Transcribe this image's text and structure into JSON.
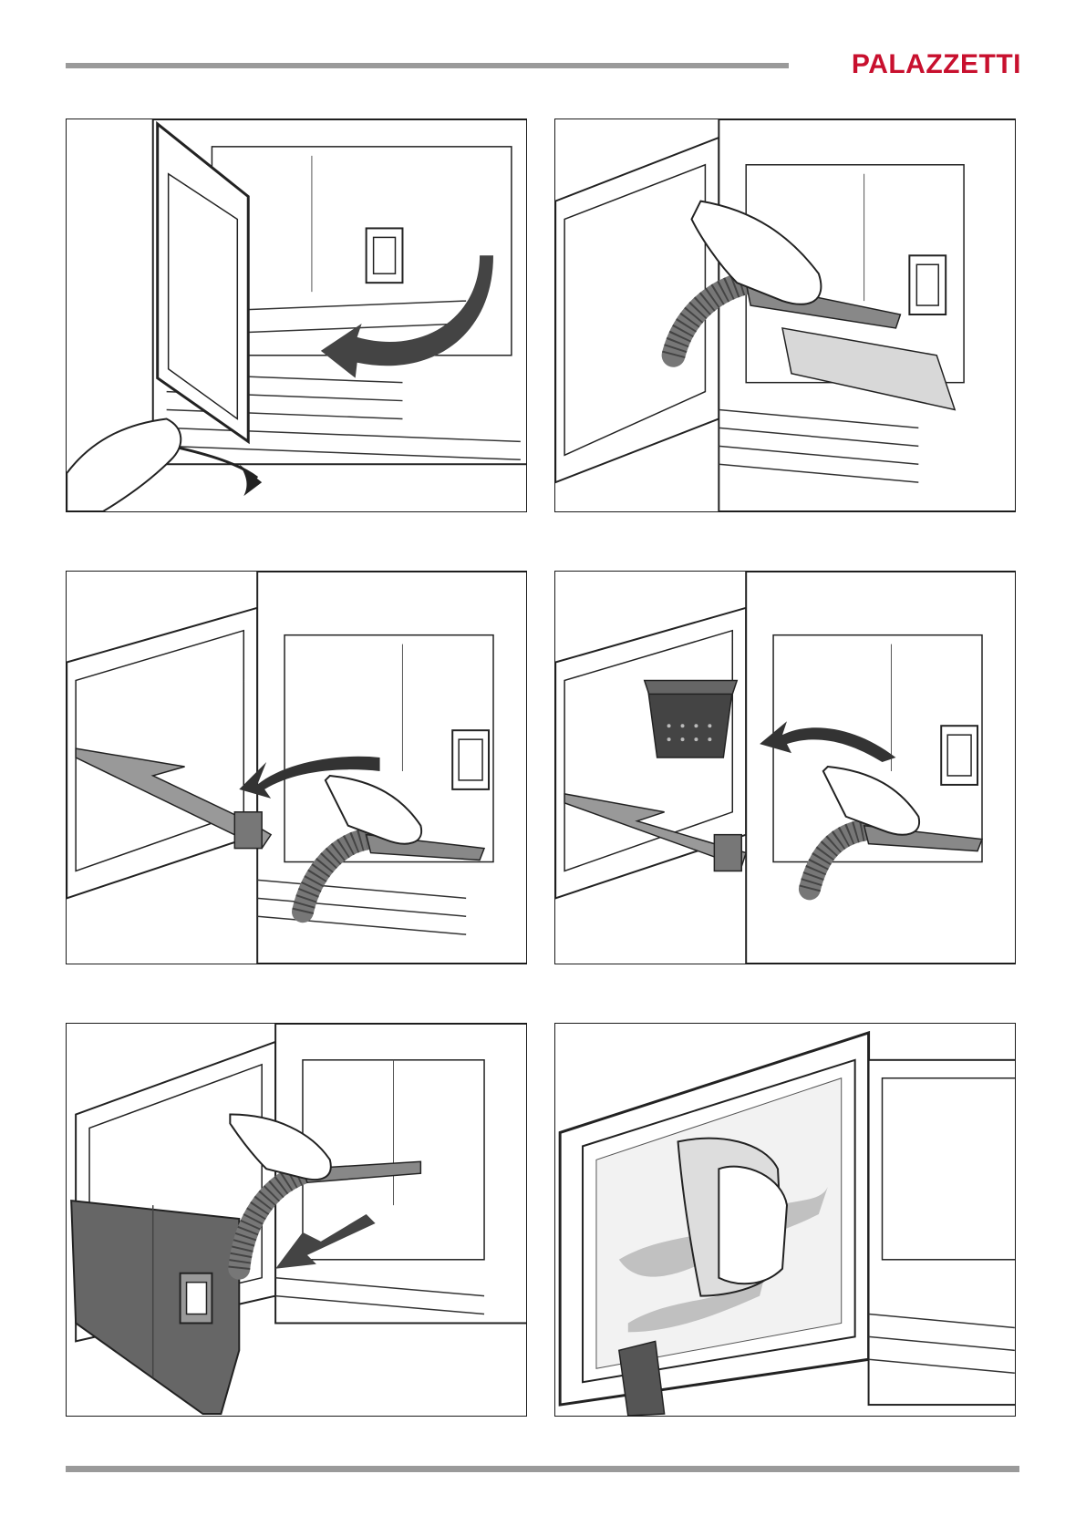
{
  "header": {
    "brand": "PALAZZETTI",
    "brand_color": "#c8102e",
    "rule_color": "#9a9a9a"
  },
  "panels": [
    {
      "id": "step-1",
      "icon": "open-door-icon"
    },
    {
      "id": "step-2",
      "icon": "vacuum-cleaning-icon"
    },
    {
      "id": "step-3",
      "icon": "remove-grate-icon"
    },
    {
      "id": "step-4",
      "icon": "remove-ash-basket-icon"
    },
    {
      "id": "step-5",
      "icon": "remove-deflector-icon"
    },
    {
      "id": "step-6",
      "icon": "clean-glass-icon"
    }
  ]
}
